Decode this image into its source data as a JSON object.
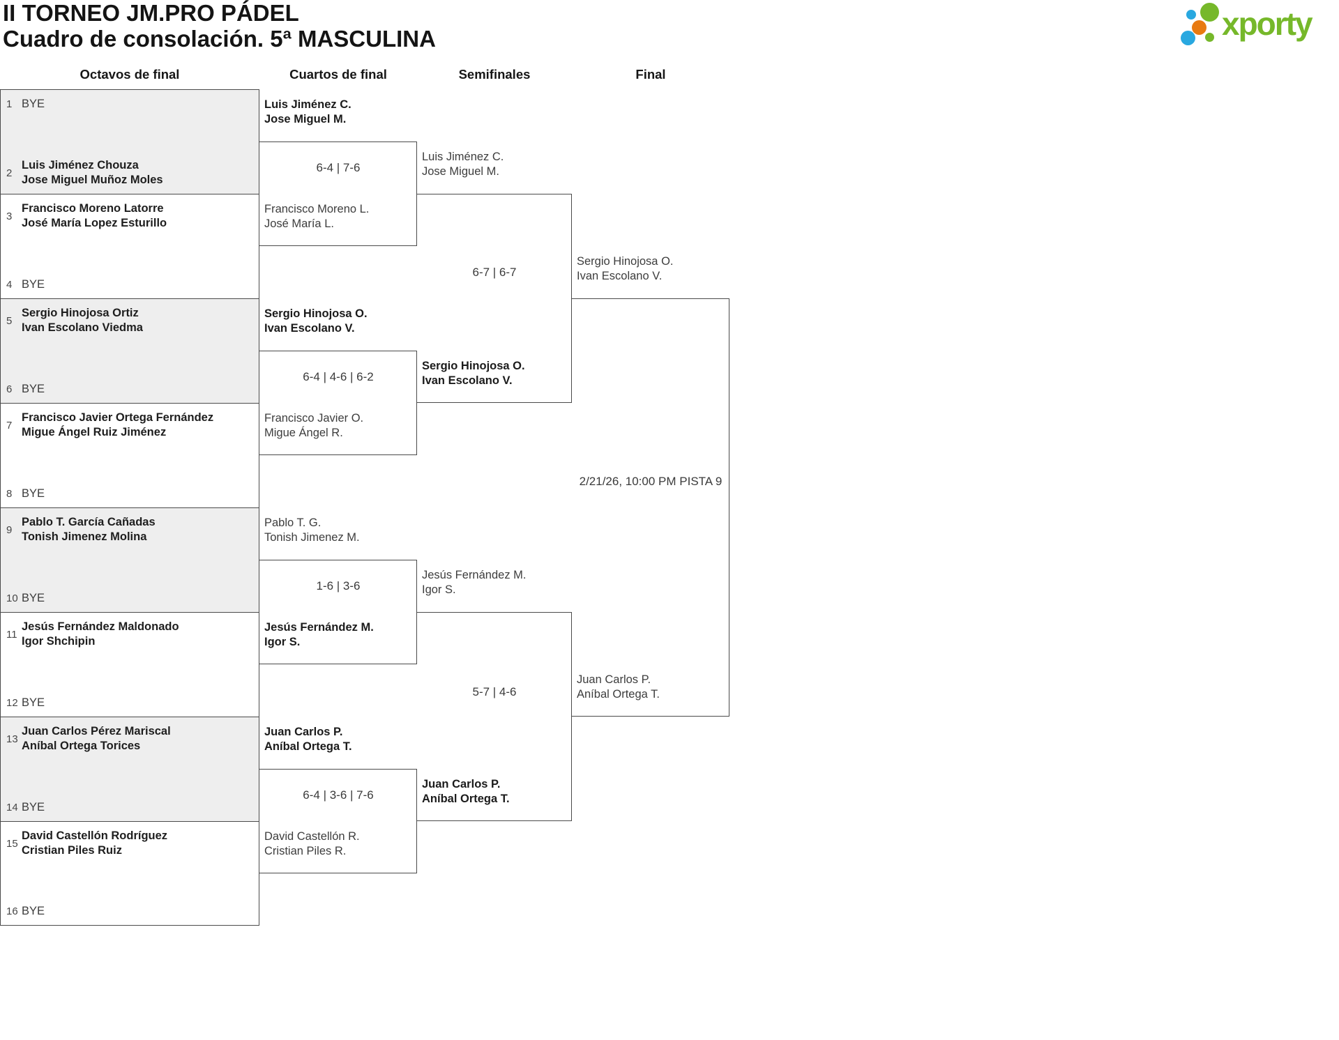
{
  "header": {
    "title_line1": "II TORNEO JM.PRO PÁDEL",
    "title_line2": "Cuadro de consolación. 5ª MASCULINA",
    "logo_text": "xporty"
  },
  "round_headers": [
    "Octavos de final",
    "Cuartos de final",
    "Semifinales",
    "Final"
  ],
  "colors": {
    "logo_green": "#76b82a",
    "logo_blue": "#29a8e0",
    "logo_orange": "#e87a10",
    "shaded_box": "#eeeeee",
    "border": "#4a4a4a"
  },
  "octavos": [
    {
      "top": {
        "seed": "1",
        "p1": "BYE"
      },
      "bottom": {
        "seed": "2",
        "p1": "Luis Jiménez Chouza",
        "p2": "Jose Miguel Muñoz Moles",
        "winner": true
      }
    },
    {
      "top": {
        "seed": "3",
        "p1": "Francisco Moreno Latorre",
        "p2": "José María Lopez Esturillo",
        "winner": true
      },
      "bottom": {
        "seed": "4",
        "p1": "BYE"
      }
    },
    {
      "top": {
        "seed": "5",
        "p1": "Sergio Hinojosa Ortiz",
        "p2": "Ivan Escolano Viedma",
        "winner": true
      },
      "bottom": {
        "seed": "6",
        "p1": "BYE"
      }
    },
    {
      "top": {
        "seed": "7",
        "p1": "Francisco Javier Ortega Fernández",
        "p2": "Migue Ángel Ruiz Jiménez",
        "winner": true
      },
      "bottom": {
        "seed": "8",
        "p1": "BYE"
      }
    },
    {
      "top": {
        "seed": "9",
        "p1": "Pablo T. García Cañadas",
        "p2": "Tonish Jimenez Molina",
        "winner": true
      },
      "bottom": {
        "seed": "10",
        "p1": "BYE"
      }
    },
    {
      "top": {
        "seed": "11",
        "p1": "Jesús Fernández Maldonado",
        "p2": "Igor Shchipin",
        "winner": true
      },
      "bottom": {
        "seed": "12",
        "p1": "BYE"
      }
    },
    {
      "top": {
        "seed": "13",
        "p1": "Juan Carlos Pérez Mariscal",
        "p2": "Aníbal Ortega Torices",
        "winner": true
      },
      "bottom": {
        "seed": "14",
        "p1": "BYE"
      }
    },
    {
      "top": {
        "seed": "15",
        "p1": "David Castellón Rodríguez",
        "p2": "Cristian Piles Ruiz",
        "winner": true
      },
      "bottom": {
        "seed": "16",
        "p1": "BYE"
      }
    }
  ],
  "cuartos": [
    {
      "top": {
        "p1": "Luis Jiménez C.",
        "p2": "Jose Miguel M.",
        "winner": true
      },
      "score": "6-4 | 7-6",
      "bottom": {
        "p1": "Francisco Moreno L.",
        "p2": "José María L.",
        "winner": false
      }
    },
    {
      "top": {
        "p1": "Sergio Hinojosa O.",
        "p2": "Ivan Escolano V.",
        "winner": true
      },
      "score": "6-4 | 4-6 | 6-2",
      "bottom": {
        "p1": "Francisco Javier O.",
        "p2": "Migue Ángel R.",
        "winner": false
      }
    },
    {
      "top": {
        "p1": "Pablo T. G.",
        "p2": "Tonish Jimenez M.",
        "winner": false
      },
      "score": "1-6 | 3-6",
      "bottom": {
        "p1": "Jesús Fernández M.",
        "p2": "Igor S.",
        "winner": true
      }
    },
    {
      "top": {
        "p1": "Juan Carlos P.",
        "p2": "Aníbal Ortega T.",
        "winner": true
      },
      "score": "6-4 | 3-6 | 7-6",
      "bottom": {
        "p1": "David Castellón R.",
        "p2": "Cristian Piles R.",
        "winner": false
      }
    }
  ],
  "semifinales": [
    {
      "top": {
        "p1": "Luis Jiménez C.",
        "p2": "Jose Miguel M.",
        "winner": false
      },
      "score": "6-7 | 6-7",
      "bottom": {
        "p1": "Sergio Hinojosa O.",
        "p2": "Ivan Escolano V.",
        "winner": true
      }
    },
    {
      "top": {
        "p1": "Jesús Fernández M.",
        "p2": "Igor S.",
        "winner": false
      },
      "score": "5-7 | 4-6",
      "bottom": {
        "p1": "Juan Carlos P.",
        "p2": "Aníbal Ortega T.",
        "winner": true
      }
    }
  ],
  "final": {
    "top": {
      "p1": "Sergio Hinojosa O.",
      "p2": "Ivan Escolano V.",
      "winner": false
    },
    "schedule": "2/21/26, 10:00 PM PISTA 9",
    "bottom": {
      "p1": "Juan Carlos P.",
      "p2": "Aníbal Ortega T.",
      "winner": false
    }
  }
}
